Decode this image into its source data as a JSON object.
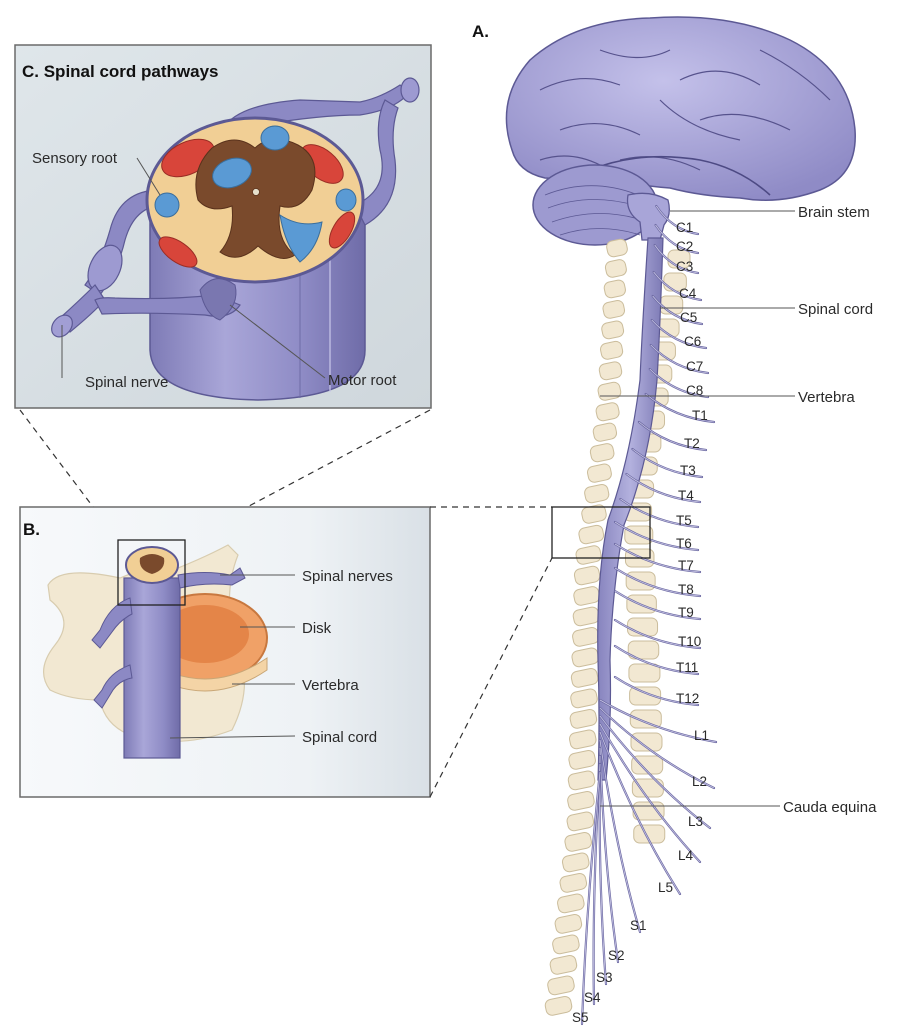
{
  "figure": {
    "panel_a_label": "A.",
    "panel_b_label": "B.",
    "panel_c_title": "C. Spinal cord pathways"
  },
  "panel_a": {
    "callouts": {
      "brain_stem": "Brain stem",
      "spinal_cord": "Spinal cord",
      "vertebra": "Vertebra",
      "cauda_equina": "Cauda equina"
    },
    "segments": [
      "C1",
      "C2",
      "C3",
      "C4",
      "C5",
      "C6",
      "C7",
      "C8",
      "T1",
      "T2",
      "T3",
      "T4",
      "T5",
      "T6",
      "T7",
      "T8",
      "T9",
      "T10",
      "T11",
      "T12",
      "L1",
      "L2",
      "L3",
      "L4",
      "L5",
      "S1",
      "S2",
      "S3",
      "S4",
      "S5"
    ]
  },
  "panel_b": {
    "callouts": {
      "spinal_nerves": "Spinal nerves",
      "disk": "Disk",
      "vertebra": "Vertebra",
      "spinal_cord": "Spinal cord"
    }
  },
  "panel_c": {
    "callouts": {
      "sensory_root": "Sensory root",
      "spinal_nerve": "Spinal nerve",
      "motor_root": "Motor root"
    }
  },
  "colors": {
    "nerve_purple": "#8e8bc4",
    "bone": "#f2e8d2",
    "grey_matter": "#7a4a2c",
    "tract_red": "#d8453a",
    "tract_blue": "#5a9ad4"
  }
}
